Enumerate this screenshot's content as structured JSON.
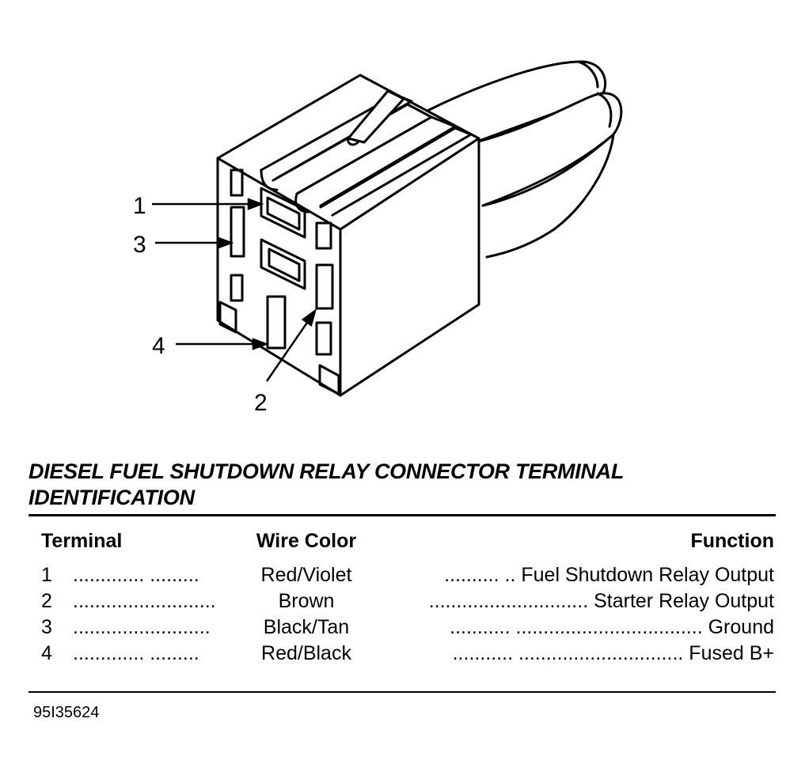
{
  "callouts": [
    "1",
    "3",
    "4",
    "2"
  ],
  "title": "DIESEL FUEL SHUTDOWN RELAY CONNECTOR TERMINAL IDENTIFICATION",
  "table": {
    "headers": {
      "terminal": "Terminal",
      "wire_color": "Wire Color",
      "function": "Function"
    },
    "rows": [
      {
        "terminal": "1",
        "lead1": "............. .........",
        "wire_color": "Red/Violet",
        "lead2": ".......... ..",
        "function": "Fuel Shutdown Relay Output"
      },
      {
        "terminal": "2",
        "lead1": "..........................",
        "wire_color": "Brown",
        "lead2": ".............................",
        "function": "Starter Relay Output"
      },
      {
        "terminal": "3",
        "lead1": ".........................",
        "wire_color": "Black/Tan",
        "lead2": "........... ..................................",
        "function": "Ground"
      },
      {
        "terminal": "4",
        "lead1": "............. .........",
        "wire_color": "Red/Black",
        "lead2": "........... ..............................",
        "function": "Fused B+"
      }
    ]
  },
  "figure_id": "95I35624"
}
